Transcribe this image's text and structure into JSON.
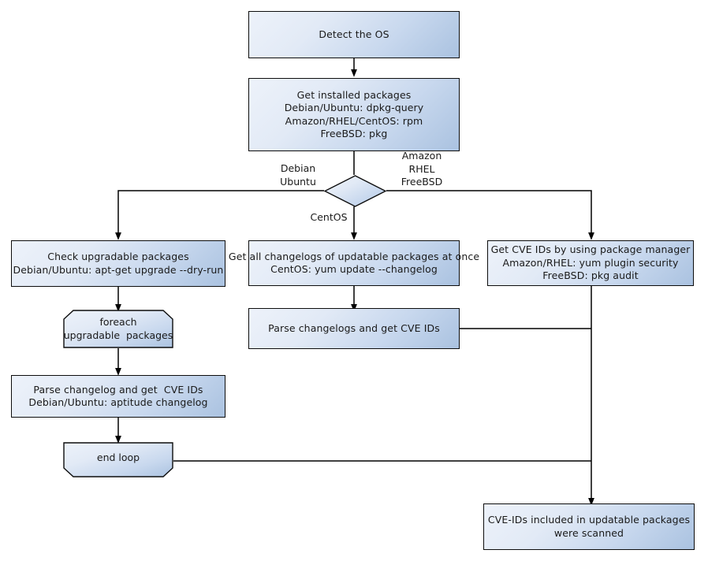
{
  "diagram": {
    "title": "OS package CVE scanning flow",
    "type": "flowchart",
    "colors": {
      "node_fill_light": "#edf2fa",
      "node_fill_dark": "#aac2e0",
      "node_stroke": "#0d0d0d",
      "edge_stroke": "#000000",
      "text": "#1a1a1a",
      "background": "#ffffff"
    },
    "nodes": [
      {
        "id": "detect-os",
        "shape": "rect",
        "text": "Detect the OS"
      },
      {
        "id": "get-installed-packages",
        "shape": "rect",
        "text": "Get installed packages\nDebian/Ubuntu: dpkg-query\nAmazon/RHEL/CentOS: rpm\nFreeBSD: pkg"
      },
      {
        "id": "os-decision",
        "shape": "diamond",
        "text": ""
      },
      {
        "id": "check-upgradable-packages",
        "shape": "rect",
        "text": "Check upgradable packages\nDebian/Ubuntu: apt-get upgrade --dry-run"
      },
      {
        "id": "get-all-changelogs",
        "shape": "rect",
        "text": "Get all changelogs of updatable packages at once\nCentOS: yum update --changelog"
      },
      {
        "id": "get-cve-ids-package-manager",
        "shape": "rect",
        "text": "Get CVE IDs by using package manager\nAmazon/RHEL: yum plugin security\nFreeBSD: pkg audit"
      },
      {
        "id": "foreach-upgradable-packages",
        "shape": "loop-start",
        "text": "foreach\nupgradable  packages"
      },
      {
        "id": "parse-changelogs-cve-ids",
        "shape": "rect",
        "text": "Parse changelogs and get CVE IDs"
      },
      {
        "id": "parse-changelog-cve-ids",
        "shape": "rect",
        "text": "Parse changelog and get  CVE IDs\nDebian/Ubuntu: aptitude changelog"
      },
      {
        "id": "end-loop",
        "shape": "loop-end",
        "text": "end loop"
      },
      {
        "id": "cve-ids-scanned",
        "shape": "rect",
        "text": "CVE-IDs included in updatable packages\nwere scanned"
      }
    ],
    "edge_labels": [
      {
        "id": "branch-debian-ubuntu",
        "text": "Debian\nUbuntu"
      },
      {
        "id": "branch-amazon-rhel-freebsd",
        "text": "Amazon\nRHEL\nFreeBSD"
      },
      {
        "id": "branch-centos",
        "text": "CentOS"
      }
    ]
  }
}
